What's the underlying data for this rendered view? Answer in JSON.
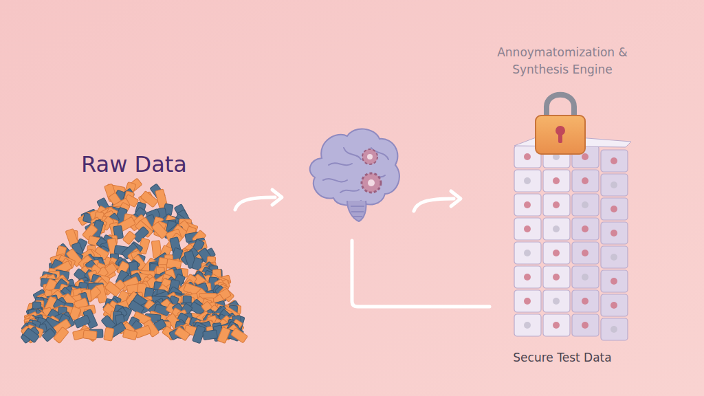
{
  "diagram": {
    "nodes": [
      {
        "text": [
          "Raw Data"
        ]
      },
      {
        "text": [
          "Annoymatomization & Synthesis Engine",
          "Secure Test Data"
        ]
      }
    ]
  }
}
